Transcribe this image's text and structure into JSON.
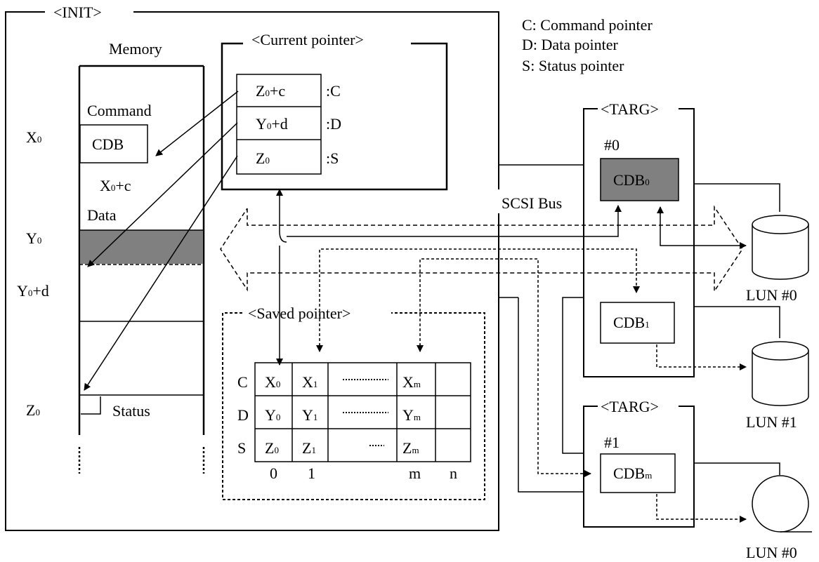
{
  "legend": {
    "command": "C: Command pointer",
    "data": "D: Data pointer",
    "status": "S: Status pointer"
  },
  "init": {
    "title": "<INIT>",
    "memory": {
      "title": "Memory",
      "command_label": "Command",
      "cdb_label": "CDB",
      "x0_plus_c": {
        "base": "X",
        "sub": "0",
        "tail": "+c"
      },
      "data_label": "Data",
      "status_label": "Status",
      "addr_x0": {
        "base": "X",
        "sub": "0",
        "tail": ""
      },
      "addr_y0": {
        "base": "Y",
        "sub": "0",
        "tail": ""
      },
      "addr_y0d": {
        "base": "Y",
        "sub": "0",
        "tail": "+d"
      },
      "addr_z0": {
        "base": "Z",
        "sub": "0",
        "tail": ""
      }
    },
    "current_pointer": {
      "title": "<Current pointer>",
      "rows": [
        {
          "base": "Z",
          "sub": "0",
          "tail": "+c",
          "tag": ":C"
        },
        {
          "base": "Y",
          "sub": "0",
          "tail": "+d",
          "tag": ":D"
        },
        {
          "base": "Z",
          "sub": "0",
          "tail": "",
          "tag": ":S"
        }
      ]
    },
    "saved_pointer": {
      "title": "<Saved pointer>",
      "row_labels": [
        "C",
        "D",
        "S"
      ],
      "col_labels": [
        "0",
        "1",
        "m",
        "n"
      ],
      "cells": [
        [
          {
            "base": "X",
            "sub": "0"
          },
          {
            "base": "X",
            "sub": "1"
          },
          {
            "base": "X",
            "sub": "m"
          }
        ],
        [
          {
            "base": "Y",
            "sub": "0"
          },
          {
            "base": "Y",
            "sub": "1"
          },
          {
            "base": "Y",
            "sub": "m"
          }
        ],
        [
          {
            "base": "Z",
            "sub": "0"
          },
          {
            "base": "Z",
            "sub": "1"
          },
          {
            "base": "Z",
            "sub": "m"
          }
        ]
      ]
    }
  },
  "bus_label": "SCSI Bus",
  "targets": [
    {
      "title": "<TARG>",
      "id": "#0",
      "cdbs": [
        {
          "base": "CDB",
          "sub": "0",
          "highlight": true
        },
        {
          "base": "CDB",
          "sub": "1",
          "highlight": false
        }
      ]
    },
    {
      "title": "<TARG>",
      "id": "#1",
      "cdbs": [
        {
          "base": "CDB",
          "sub": "m",
          "highlight": false
        }
      ]
    }
  ],
  "luns": [
    "LUN #0",
    "LUN #1",
    "LUN #0"
  ],
  "colors": {
    "line": "#000000",
    "fill_gray": "#808080",
    "background": "#ffffff"
  }
}
